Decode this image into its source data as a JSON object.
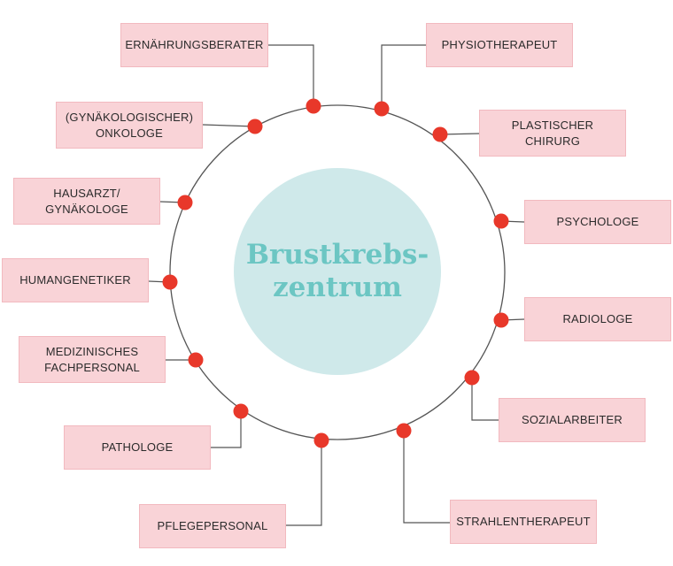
{
  "colors": {
    "box_fill": "#f9d3d7",
    "box_border": "#f2b9bf",
    "node": "#e8382a",
    "ring": "#555555",
    "connector": "#555555",
    "center_fill": "#cfe9ea",
    "center_text": "#6cc6c3"
  },
  "center": {
    "line1": "Brustkrebs-",
    "line2": "zentrum"
  },
  "specialists": [
    {
      "id": "ernaehrungsberater",
      "lines": [
        "ERNÄHRUNGSBERATER"
      ]
    },
    {
      "id": "physiotherapeut",
      "lines": [
        "PHYSIOTHERAPEUT"
      ]
    },
    {
      "id": "onkologe",
      "lines": [
        "(GYNÄKOLOGISCHER)",
        "ONKOLOGE"
      ]
    },
    {
      "id": "plastischer-chirurg",
      "lines": [
        "PLASTISCHER",
        "CHIRURG"
      ]
    },
    {
      "id": "hausarzt",
      "lines": [
        "HAUSARZT/",
        "GYNÄKOLOGE"
      ]
    },
    {
      "id": "psychologe",
      "lines": [
        "PSYCHOLOGE"
      ]
    },
    {
      "id": "humangenetiker",
      "lines": [
        "HUMANGENETIKER"
      ]
    },
    {
      "id": "radiologe",
      "lines": [
        "RADIOLOGE"
      ]
    },
    {
      "id": "fachpersonal",
      "lines": [
        "MEDIZINISCHES",
        "FACHPERSONAL"
      ]
    },
    {
      "id": "sozialarbeiter",
      "lines": [
        "SOZIALARBEITER"
      ]
    },
    {
      "id": "pathologe",
      "lines": [
        "PATHOLOGE"
      ]
    },
    {
      "id": "strahlentherapeut",
      "lines": [
        "STRAHLENTHERAPEUT"
      ]
    },
    {
      "id": "pflegepersonal",
      "lines": [
        "PFLEGEPERSONAL"
      ]
    }
  ]
}
